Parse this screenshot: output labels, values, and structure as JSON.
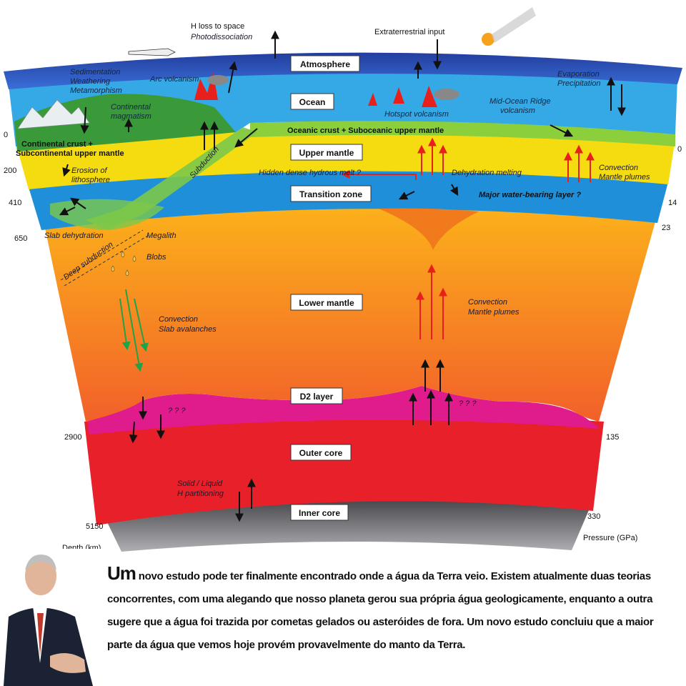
{
  "boxes": {
    "atmosphere": "Atmosphere",
    "ocean": "Ocean",
    "upper_mantle": "Upper mantle",
    "transition_zone": "Transition zone",
    "lower_mantle": "Lower mantle",
    "d2_layer": "D2 layer",
    "outer_core": "Outer core",
    "inner_core": "Inner core"
  },
  "top_labels": {
    "h_loss_line1": "H loss to space",
    "h_loss_line2": "Photodissociation",
    "extraterrestrial": "Extraterrestrial input"
  },
  "annotations": {
    "sedimentation": "Sedimentation",
    "weathering": "Weathering",
    "metamorphism": "Metamorphism",
    "arc_volcanism": "Arc volcanism",
    "continental_magmatism_1": "Continental",
    "continental_magmatism_2": "magmatism",
    "continental_crust_1": "Continental crust +",
    "continental_crust_2": "Subcontinental upper mantle",
    "oceanic_crust": "Oceanic crust + Suboceanic upper mantle",
    "hotspot": "Hotspot volcanism",
    "mor_1": "Mid-Ocean Ridge",
    "mor_2": "volcanism",
    "evaporation": "Evaporation",
    "precipitation": "Precipitation",
    "subduction": "Subduction",
    "erosion_1": "Erosion of",
    "erosion_2": "lithosphere",
    "hidden_melt": "Hidden dense hydrous melt ?",
    "dehydration_melting": "Dehydration melting",
    "convection_top_1": "Convection",
    "convection_top_2": "Mantle plumes",
    "water_layer": "Major water-bearing layer ?",
    "slab_dehydration": "Slab dehydration",
    "megalith": "Megalith",
    "blobs": "Blobs",
    "deep_subduction": "Deep subduction",
    "convection_left_1": "Convection",
    "convection_left_2": "Slab avalanches",
    "convection_right_1": "Convection",
    "convection_right_2": "Mantle plumes",
    "qmarks_left": "? ? ?",
    "qmarks_right": "? ? ?",
    "hpart_1": "Solid / Liquid",
    "hpart_2": "H partitioning"
  },
  "depth_axis": {
    "title": "Depth (km)",
    "ticks": [
      "0",
      "200",
      "410",
      "650",
      "2900",
      "5150"
    ]
  },
  "pressure_axis": {
    "title": "Pressure (GPa)",
    "ticks": [
      "0",
      "14",
      "23",
      "135",
      "330"
    ]
  },
  "colors": {
    "atmosphere": "#2a4fb8",
    "ocean": "#35a8e6",
    "oceanic_crust": "#8ccf3c",
    "continental": "#3a9a3a",
    "upper_mantle": "#f5dc10",
    "transition_zone": "#1e8fd8",
    "lower_mantle_top": "#fcae16",
    "lower_mantle_bottom": "#f26a24",
    "d2_layer": "#e01b8c",
    "outer_core": "#e8202a",
    "inner_core": "#5a5a5e",
    "arrow_red": "#e8201c",
    "arrow_green": "#1fa347"
  },
  "caption": {
    "lead": "Um",
    "text": " novo estudo pode ter finalmente encontrado onde a água da Terra veio. Existem atualmente duas teorias concorrentes, com uma alegando que nosso planeta gerou sua própria água geologicamente, enquanto a outra sugere que a água foi trazida por cometas gelados ou asteróides de fora. Um novo estudo concluiu que a maior parte da água que vemos hoje provém provavelmente do manto da Terra."
  }
}
